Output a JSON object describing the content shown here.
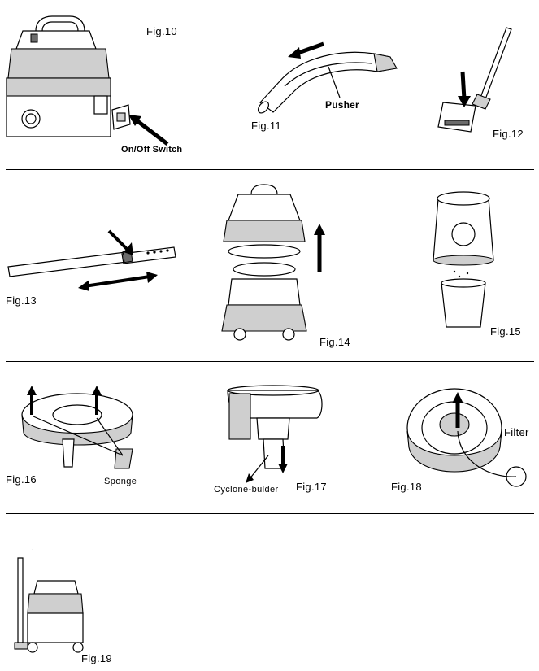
{
  "figures": {
    "fig10": {
      "caption": "Fig.10",
      "callout": "On/Off Switch"
    },
    "fig11": {
      "caption": "Fig.11",
      "callout": "Pusher"
    },
    "fig12": {
      "caption": "Fig.12"
    },
    "fig13": {
      "caption": "Fig.13"
    },
    "fig14": {
      "caption": "Fig.14"
    },
    "fig15": {
      "caption": "Fig.15"
    },
    "fig16": {
      "caption": "Fig.16",
      "callout": "Sponge"
    },
    "fig17": {
      "caption": "Fig.17",
      "callout": "Cyclone-bulder"
    },
    "fig18": {
      "caption": "Fig.18",
      "callout": "Filter"
    },
    "fig19": {
      "caption": "Fig.19"
    }
  },
  "colors": {
    "ink": "#000000",
    "paper": "#ffffff",
    "shade": "#cfcfcf"
  }
}
